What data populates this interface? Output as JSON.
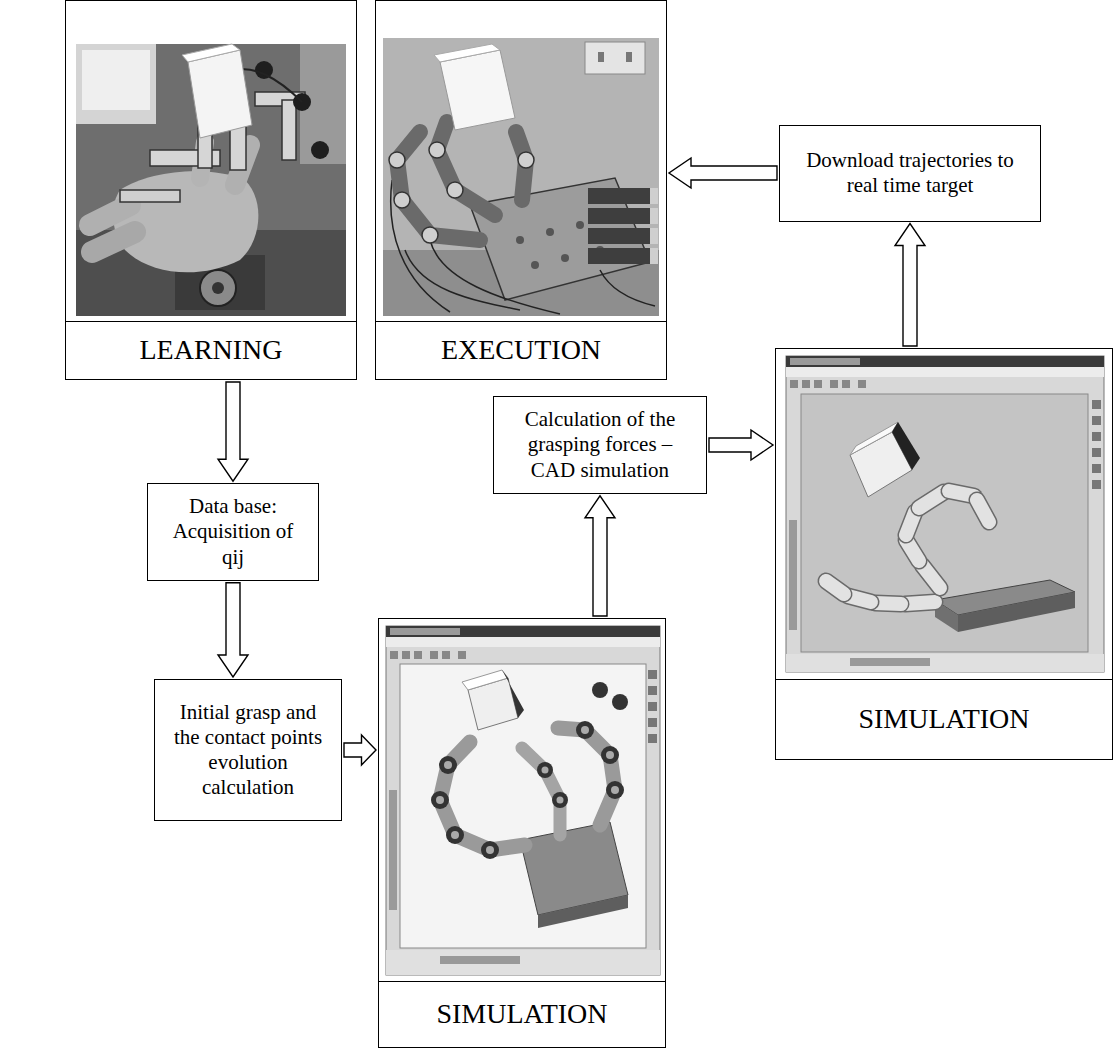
{
  "diagram": {
    "nodes": [
      {
        "text": [
          "LEARNING"
        ]
      },
      {
        "text": [
          "EXECUTION"
        ]
      },
      {
        "text": [
          "Download trajectories to real time target"
        ]
      },
      {
        "text": [
          "Data base: Acquisition of qij"
        ]
      },
      {
        "text": [
          "Calculation of the grasping forces – CAD simulation"
        ]
      },
      {
        "text": [
          "SIMULATION"
        ]
      },
      {
        "text": [
          "Initial grasp and the contact points evolution calculation"
        ]
      },
      {
        "text": [
          "SIMULATION"
        ]
      }
    ],
    "edges": [
      {
        "from": 0,
        "to": 3,
        "arrow": "to"
      },
      {
        "from": 3,
        "to": 6,
        "arrow": "to"
      },
      {
        "from": 6,
        "to": 7,
        "arrow": "to"
      },
      {
        "from": 7,
        "to": 4,
        "arrow": "to"
      },
      {
        "from": 4,
        "to": 5,
        "arrow": "to"
      },
      {
        "from": 5,
        "to": 2,
        "arrow": "to"
      },
      {
        "from": 2,
        "to": 1,
        "arrow": "to"
      }
    ]
  }
}
